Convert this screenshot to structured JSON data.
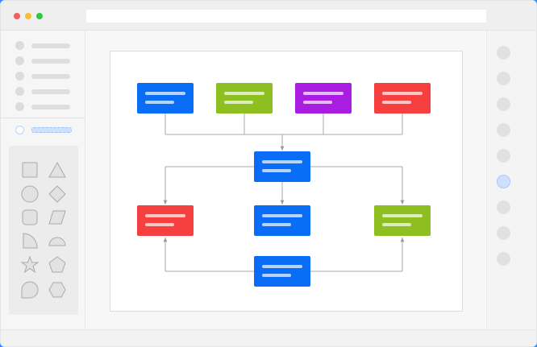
{
  "window": {
    "controls": [
      {
        "name": "close-button",
        "color": "#f25f58"
      },
      {
        "name": "minimize-button",
        "color": "#f7bf30"
      },
      {
        "name": "maximize-button",
        "color": "#2ac940"
      }
    ]
  },
  "colors": {
    "blue": "#0a6df5",
    "green": "#8cbf1f",
    "purple": "#a91de0",
    "red": "#f5403f",
    "accent_active": "#cfe0fb"
  },
  "sidebar": {
    "menu_items": [
      "menu-item-1",
      "menu-item-2",
      "menu-item-3",
      "menu-item-4",
      "menu-item-5",
      "menu-item-active"
    ],
    "shapes": [
      "square",
      "triangle",
      "circle",
      "diamond",
      "rounded-square",
      "parallelogram",
      "quarter-circle",
      "semicircle",
      "star",
      "pentagon",
      "speech-bubble",
      "hexagon"
    ]
  },
  "diagram": {
    "nodes": [
      {
        "name": "node-top-1",
        "color": "blue"
      },
      {
        "name": "node-top-2",
        "color": "green"
      },
      {
        "name": "node-top-3",
        "color": "purple"
      },
      {
        "name": "node-top-4",
        "color": "red"
      },
      {
        "name": "node-center",
        "color": "blue"
      },
      {
        "name": "node-left",
        "color": "red"
      },
      {
        "name": "node-middle",
        "color": "blue"
      },
      {
        "name": "node-right",
        "color": "green"
      },
      {
        "name": "node-bottom",
        "color": "blue"
      }
    ]
  },
  "rightbar": {
    "buttons": 9,
    "active_index": 5
  }
}
